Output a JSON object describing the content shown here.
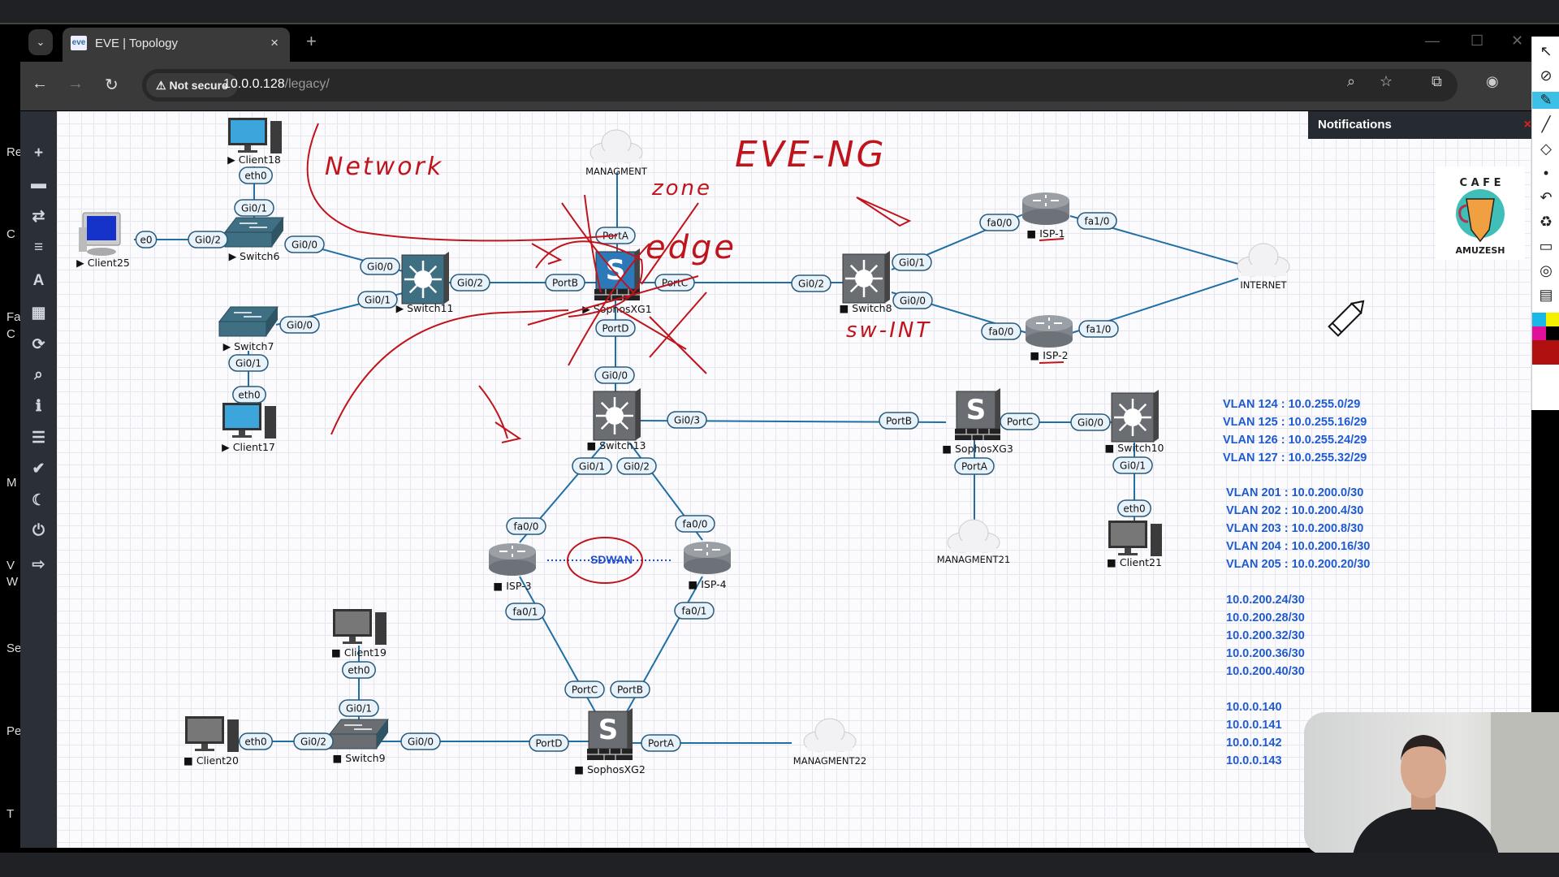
{
  "background_window_fragments": [
    "Re",
    "C",
    "Fa",
    "C",
    "M",
    "V",
    "W",
    "Se",
    "Pe",
    "T"
  ],
  "browser": {
    "tab_title": "EVE | Topology",
    "favicon_text": "eve",
    "new_tab": "+",
    "tab_close": "×",
    "tab_dropdown": "⌄",
    "security_label": "Not secure",
    "security_icon": "⚠",
    "url_host": "10.0.0.128",
    "url_path": "/legacy/",
    "nav": {
      "back": "←",
      "forward": "→",
      "reload": "↻"
    },
    "icons": {
      "zoom": "⌕",
      "star": "☆",
      "extensions": "⧉",
      "profile": "◉"
    },
    "window": {
      "minimize": "—",
      "maximize": "☐",
      "close": "✕"
    }
  },
  "sidebar": [
    {
      "name": "add-object",
      "glyph": "+"
    },
    {
      "name": "nodes",
      "glyph": "▬"
    },
    {
      "name": "networks",
      "glyph": "⇄"
    },
    {
      "name": "startup-configs",
      "glyph": "≡"
    },
    {
      "name": "text",
      "glyph": "A"
    },
    {
      "name": "pictures",
      "glyph": "▦"
    },
    {
      "name": "refresh",
      "glyph": "⟳"
    },
    {
      "name": "zoom",
      "glyph": "⌕"
    },
    {
      "name": "info",
      "glyph": "ℹ"
    },
    {
      "name": "list",
      "glyph": "☰"
    },
    {
      "name": "status",
      "glyph": "✔"
    },
    {
      "name": "dark-mode",
      "glyph": "☾"
    },
    {
      "name": "power",
      "glyph": "⏻"
    },
    {
      "name": "logout",
      "glyph": "⇨"
    }
  ],
  "notifications": {
    "title": "Notifications",
    "close": "×"
  },
  "logo": {
    "top": "CAFE",
    "bottom": "AMUZESH"
  },
  "colors": {
    "link": "#1f6fa6",
    "annotation": "#c0141c",
    "vlan_text": "#1f5bd0",
    "port_fill": "#e8f2fa",
    "port_border": "#2a5a7a"
  },
  "nodes": [
    {
      "label": "Client18",
      "type": "pc",
      "state": "running"
    },
    {
      "label": "Client25",
      "type": "oldpc",
      "state": "running"
    },
    {
      "label": "Switch6",
      "type": "l2",
      "state": "running"
    },
    {
      "label": "Switch11",
      "type": "l3",
      "state": "running"
    },
    {
      "label": "Switch7",
      "type": "l2",
      "state": "running"
    },
    {
      "label": "Client17",
      "type": "pc",
      "state": "running"
    },
    {
      "label": "MANAGMENT",
      "type": "cloud",
      "state": ""
    },
    {
      "label": "SophosXG1",
      "type": "sophos",
      "state": "running"
    },
    {
      "label": "Switch8",
      "type": "l3g",
      "state": "stopped"
    },
    {
      "label": "ISP-1",
      "type": "router",
      "state": "stopped"
    },
    {
      "label": "ISP-2",
      "type": "router",
      "state": "stopped"
    },
    {
      "label": "INTERNET",
      "type": "cloud",
      "state": ""
    },
    {
      "label": "Switch13",
      "type": "l3g",
      "state": "stopped"
    },
    {
      "label": "SophosXG3",
      "type": "sophosg",
      "state": "stopped"
    },
    {
      "label": "Switch10",
      "type": "l3g",
      "state": "stopped"
    },
    {
      "label": "MANAGMENT21",
      "type": "cloud",
      "state": ""
    },
    {
      "label": "Client21",
      "type": "pcg",
      "state": "stopped"
    },
    {
      "label": "ISP-3",
      "type": "router",
      "state": "stopped"
    },
    {
      "label": "ISP-4",
      "type": "router",
      "state": "stopped"
    },
    {
      "label": "Client19",
      "type": "pcg",
      "state": "stopped"
    },
    {
      "label": "Switch9",
      "type": "l2g",
      "state": "stopped"
    },
    {
      "label": "Client20",
      "type": "pcg",
      "state": "stopped"
    },
    {
      "label": "SophosXG2",
      "type": "sophosg",
      "state": "stopped"
    },
    {
      "label": "MANAGMENT22",
      "type": "cloud",
      "state": ""
    }
  ],
  "ports": [
    "eth0",
    "Gi0/1",
    "e0",
    "Gi0/2",
    "Gi0/0",
    "Gi0/0",
    "Gi0/1",
    "Gi0/0",
    "Gi0/1",
    "eth0",
    "Gi0/2",
    "PortB",
    "PortA",
    "PortC",
    "PortD",
    "Gi0/2",
    "Gi0/1",
    "Gi0/0",
    "fa0/0",
    "fa1/0",
    "fa0/0",
    "fa1/0",
    "Gi0/0",
    "Gi0/3",
    "PortB",
    "PortC",
    "Gi0/0",
    "PortA",
    "Gi0/1",
    "eth0",
    "Gi0/1",
    "Gi0/2",
    "fa0/0",
    "fa0/0",
    "fa0/1",
    "fa0/1",
    "PortC",
    "PortB",
    "eth0",
    "Gi0/1",
    "eth0",
    "Gi0/2",
    "Gi0/0",
    "PortD",
    "PortA"
  ],
  "sdwan_label": "SDWAN",
  "annotations": [
    "Network",
    "EVE-NG",
    "zone",
    "edge",
    "sw-INT"
  ],
  "vlan_notes": [
    [
      "VLAN 124 : 10.0.255.0/29",
      "VLAN 125 : 10.0.255.16/29",
      "VLAN 126 : 10.0.255.24/29",
      "VLAN 127 : 10.0.255.32/29"
    ],
    [
      "VLAN 201 : 10.0.200.0/30",
      "VLAN 202 : 10.0.200.4/30",
      "VLAN 203 : 10.0.200.8/30",
      "VLAN 204 : 10.0.200.16/30",
      "VLAN 205 : 10.0.200.20/30"
    ],
    [
      "10.0.200.24/30",
      "10.0.200.28/30",
      "10.0.200.32/30",
      "10.0.200.36/30",
      "10.0.200.40/30"
    ],
    [
      "10.0.0.140",
      "10.0.0.141",
      "10.0.0.142",
      "10.0.0.143"
    ]
  ],
  "annotation_toolbar": [
    "pointer",
    "laser",
    "highlighter",
    "pen",
    "eraser",
    "dot",
    "undo",
    "clear",
    "whiteboard",
    "screenshot",
    "notes"
  ]
}
